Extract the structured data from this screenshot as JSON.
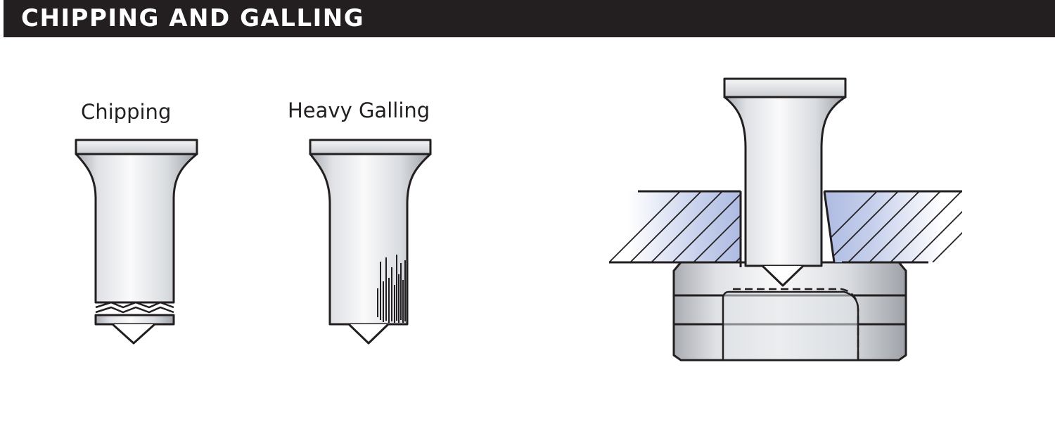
{
  "header": {
    "title": "CHIPPING AND GALLING"
  },
  "figures": {
    "chipping": {
      "label": "Chipping"
    },
    "galling": {
      "label": "Heavy Galling"
    }
  },
  "colors": {
    "title_bar": "#231f20",
    "metal_light": "#f4f5f7",
    "metal_dark": "#b9bcc2",
    "stripper_tint": "#b7c3e6",
    "outline": "#231f20"
  }
}
